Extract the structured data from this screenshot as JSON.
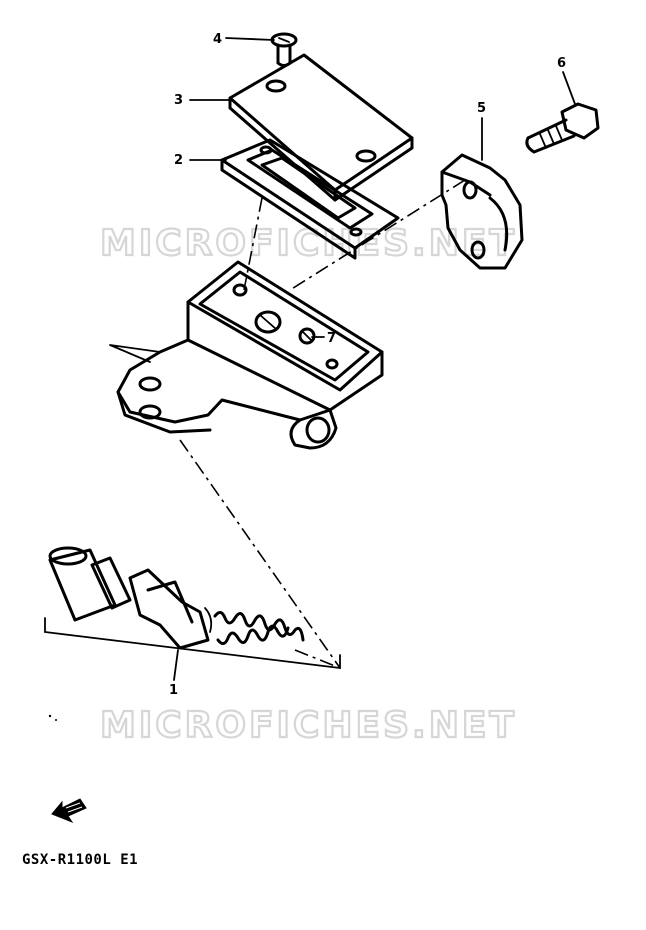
{
  "diagram": {
    "callouts": [
      {
        "id": "4",
        "label": "4"
      },
      {
        "id": "3",
        "label": "3"
      },
      {
        "id": "2",
        "label": "2"
      },
      {
        "id": "6",
        "label": "6"
      },
      {
        "id": "5",
        "label": "5"
      },
      {
        "id": "7",
        "label": "7"
      },
      {
        "id": "1",
        "label": "1"
      }
    ],
    "watermark_text": "MICROFICHES.NET",
    "model_label": "GSX-R1100L E1",
    "colors": {
      "ink": "#000000",
      "watermark": "#d6d6d6",
      "background": "#ffffff"
    }
  }
}
